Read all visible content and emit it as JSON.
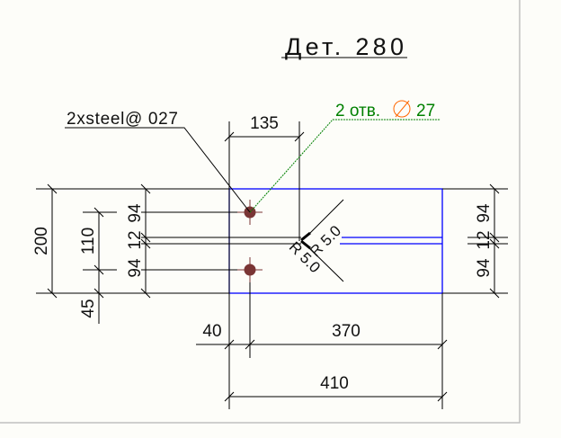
{
  "title": "Дет. 280",
  "leaders": {
    "steel": "2xsteel@ 027",
    "holes_prefix": "2 отв.",
    "holes_diameter_symbol": "⌀",
    "holes_diameter": "27"
  },
  "dimensions": {
    "overall_height": "200",
    "hole_spacing": "110",
    "bottom_offset": "45",
    "left_upper": "94",
    "left_slot": "12",
    "left_lower": "94",
    "right_upper": "94",
    "right_slot": "12",
    "right_lower": "94",
    "top_width": "135",
    "edge_offset": "40",
    "inner_length": "370",
    "overall_length": "410",
    "radius_upper": "R 5.0",
    "radius_lower": "R 5.0"
  },
  "colors": {
    "outline": "#0000ff",
    "hole": "#7a3535",
    "leader_green": "#008000",
    "diameter_orange": "#ff6600"
  }
}
